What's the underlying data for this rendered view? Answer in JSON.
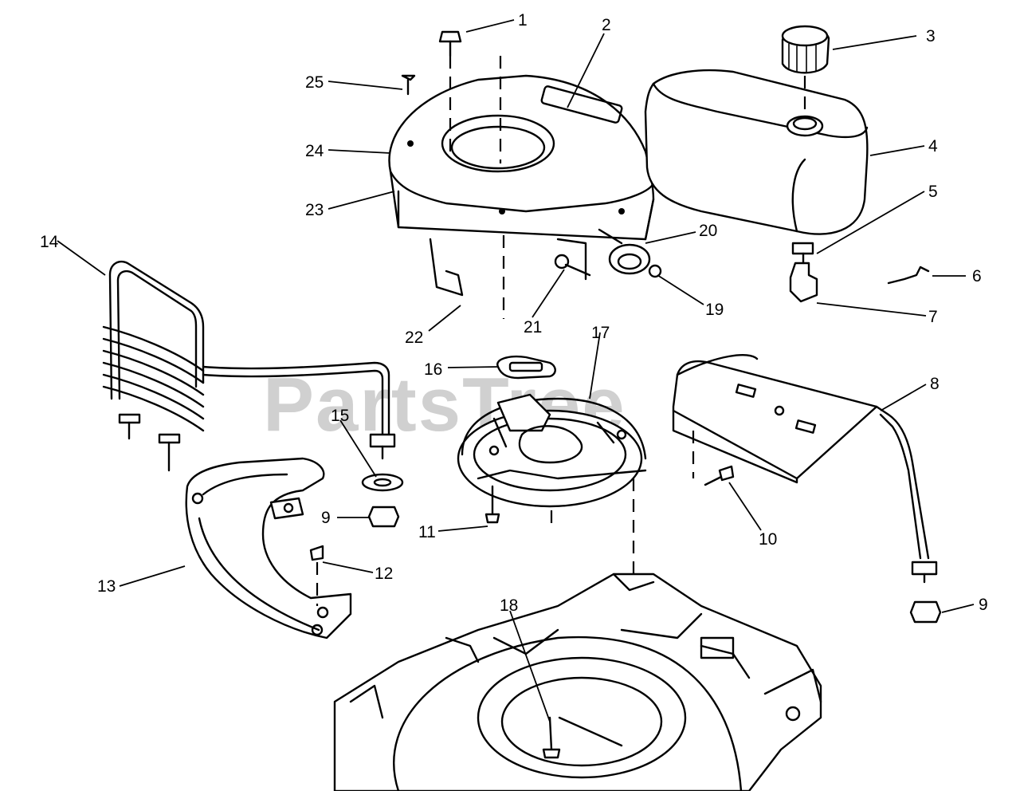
{
  "watermark": "PartsTree",
  "callouts": [
    "1",
    "2",
    "3",
    "4",
    "5",
    "6",
    "7",
    "8",
    "9",
    "10",
    "11",
    "12",
    "13",
    "14",
    "15",
    "16",
    "17",
    "18",
    "19",
    "20",
    "21",
    "22",
    "23",
    "24",
    "25",
    "9"
  ]
}
